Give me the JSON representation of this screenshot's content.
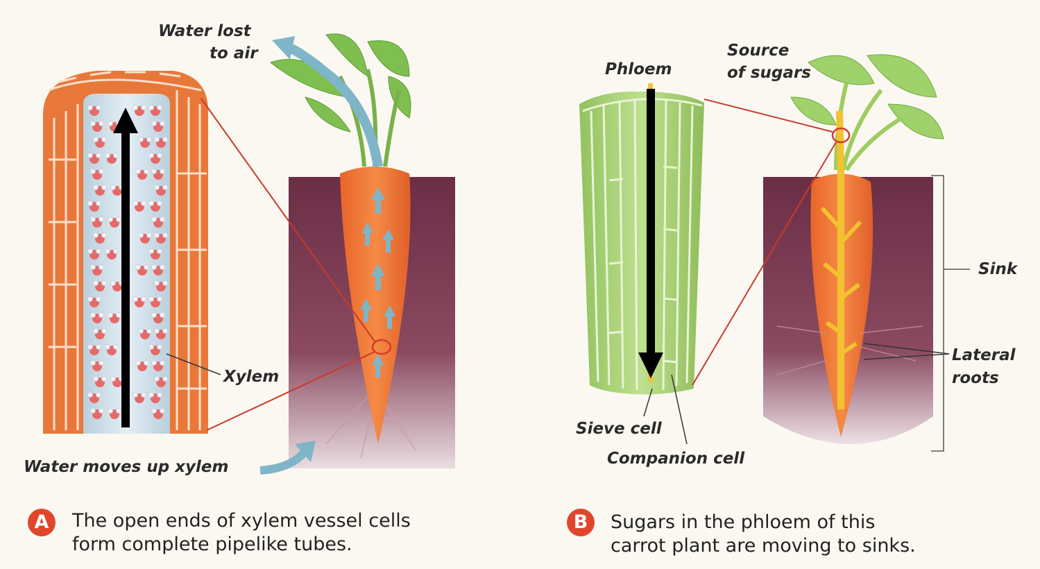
{
  "panel_a": {
    "badge": "A",
    "caption_line1": "The open ends of xylem vessel cells",
    "caption_line2": "form complete pipelike tubes.",
    "labels": {
      "water_lost_line1": "Water lost",
      "water_lost_line2": "to air",
      "xylem": "Xylem",
      "water_moves": "Water moves up xylem"
    }
  },
  "panel_b": {
    "badge": "B",
    "caption_line1": "Sugars in the phloem of this",
    "caption_line2": "carrot plant are moving to sinks.",
    "labels": {
      "phloem": "Phloem",
      "source_line1": "Source",
      "source_line2": "of sugars",
      "sink": "Sink",
      "lateral_line1": "Lateral",
      "lateral_line2": "roots",
      "sieve_cell": "Sieve cell",
      "companion_cell": "Companion cell"
    }
  },
  "colors": {
    "xylem_orange": "#e8783a",
    "water_blue": "#7fb5c9",
    "phloem_green": "#a6cf73",
    "soil_purple": "#7a3a52",
    "sugar_yellow": "#f2c230",
    "badge_red": "#e0462c",
    "arrow_black": "#000000"
  }
}
